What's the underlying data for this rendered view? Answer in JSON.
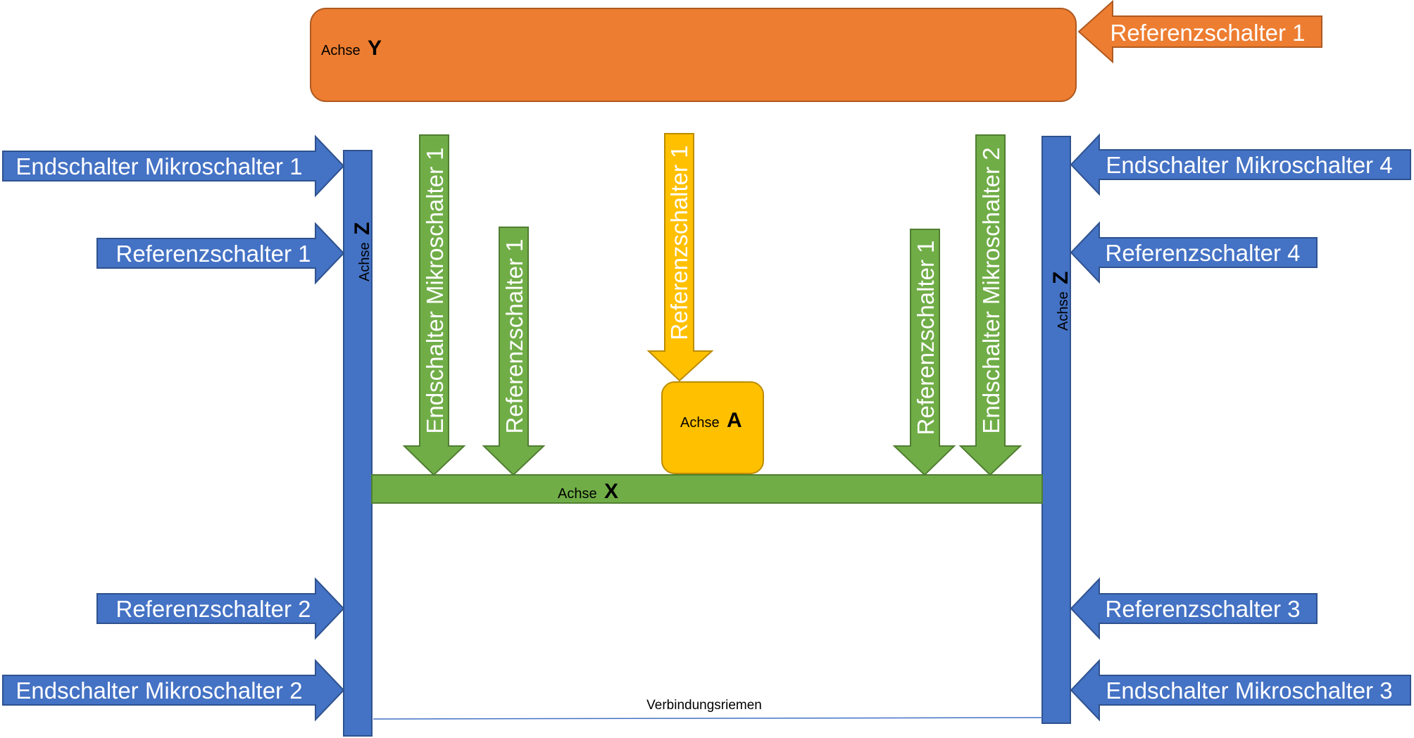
{
  "colors": {
    "blue": "#4472C4",
    "blue_stroke": "#2F528F",
    "green": "#70AD47",
    "green_stroke": "#507E32",
    "yellow": "#FFC000",
    "yellow_stroke": "#BC8C00",
    "orange": "#ED7D31",
    "orange_stroke": "#AE5A21"
  },
  "axes": {
    "y": {
      "prefix": "Achse",
      "letter": "Y"
    },
    "z_left": {
      "prefix": "Achse",
      "letter": "Z"
    },
    "z_right": {
      "prefix": "Achse",
      "letter": "Z"
    },
    "x": {
      "prefix": "Achse",
      "letter": "X"
    },
    "a": {
      "prefix": "Achse",
      "letter": "A"
    }
  },
  "arrows": {
    "y_referenz": "Referenzschalter 1",
    "left_endschalter_1": "Endschalter Mikroschalter 1",
    "left_referenz_1": "Referenzschalter 1",
    "left_referenz_2": "Referenzschalter 2",
    "left_endschalter_2": "Endschalter Mikroschalter 2",
    "right_endschalter_4": "Endschalter Mikroschalter 4",
    "right_referenz_4": "Referenzschalter 4",
    "right_referenz_3": "Referenzschalter 3",
    "right_endschalter_3": "Endschalter Mikroschalter 3",
    "x_endschalter_1": "Endschalter Mikroschalter 1",
    "x_referenz_1_left": "Referenzschalter 1",
    "a_referenz_1": "Referenzschalter 1",
    "x_referenz_1_right": "Referenzschalter 1",
    "x_endschalter_2": "Endschalter Mikroschalter 2"
  },
  "belt": {
    "label": "Verbindungsriemen"
  }
}
